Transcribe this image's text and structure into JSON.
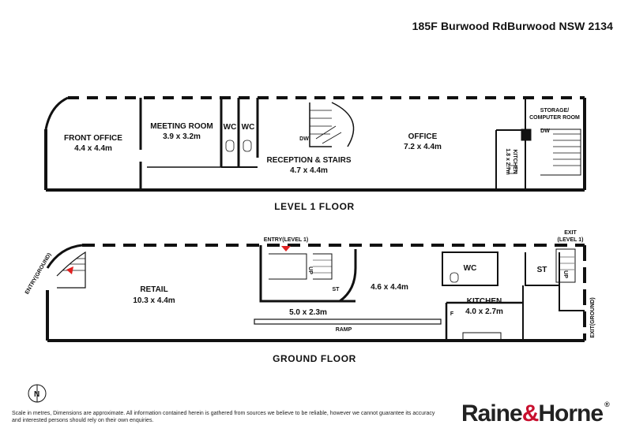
{
  "address": "185F Burwood RdBurwood NSW 2134",
  "level1": {
    "title": "LEVEL 1 FLOOR",
    "rooms": {
      "front_office": {
        "name": "FRONT OFFICE",
        "size": "4.4 x 4.4m"
      },
      "meeting_room": {
        "name": "MEETING ROOM",
        "size": "3.9 x 3.2m"
      },
      "wc1": "WC",
      "wc2": "WC",
      "reception": {
        "name": "RECEPTION & STAIRS",
        "size": "4.7 x 4.4m"
      },
      "office": {
        "name": "OFFICE",
        "size": "7.2 x 4.4m"
      },
      "kitchen": {
        "name": "KITCHEN",
        "size": "1.8 x 2.7m"
      },
      "storage": {
        "line1": "STORAGE/",
        "line2": "COMPUTER ROOM"
      },
      "dw1": "DW",
      "dw2": "DW"
    }
  },
  "ground": {
    "title": "GROUND FLOOR",
    "rooms": {
      "entry_ground": "ENTRY(GROUND)",
      "retail": {
        "name": "RETAIL",
        "size": "10.3 x 4.4m"
      },
      "entry_level1": "ENTRY(LEVEL 1)",
      "up1": "UP",
      "st1": "ST",
      "room_46": "4.6 x 4.4m",
      "room_50": "5.0 x 2.3m",
      "ramp": "RAMP",
      "wc": "WC",
      "st2": "ST",
      "up2": "UP",
      "exit_level1": {
        "line1": "EXIT",
        "line2": "(LEVEL 1)"
      },
      "exit_ground": "EXIT(GROUND)",
      "kitchen": {
        "name": "KITCHEN",
        "size": "4.0 x 2.7m"
      },
      "fridge": "F"
    }
  },
  "disclaimer": "Scale in metres, Dimensions are approximate. All information contained herein is gathered from sources we believe to be reliable, however we cannot guarantee its accuracy and interested persons should rely on their own enquiries.",
  "brand": {
    "part1": "Raine",
    "amp": "&",
    "part2": "Horne",
    "reg": "®"
  },
  "north_label": "N",
  "colors": {
    "wall": "#111111",
    "marker": "#e02020",
    "brand_accent": "#c8102e"
  }
}
